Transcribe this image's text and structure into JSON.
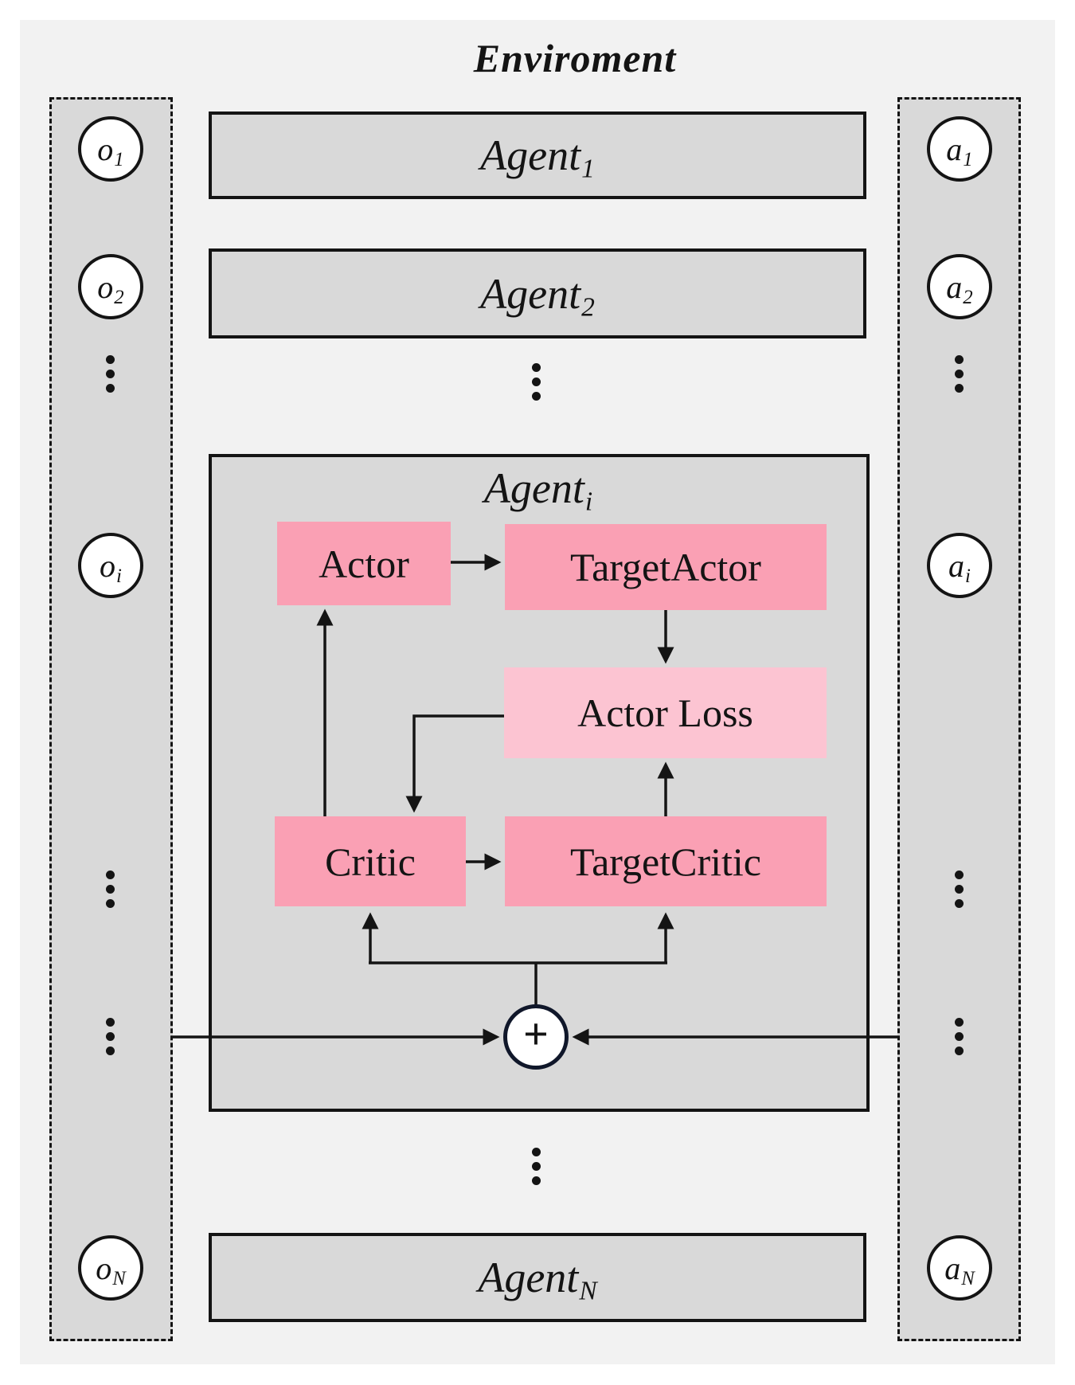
{
  "title": "Enviroment",
  "colors": {
    "page_bg": "#ffffff",
    "panel_bg": "#f2f2f2",
    "box_gray": "#d9d9d9",
    "pink_dark": "#faa0b4",
    "pink_light": "#fcc4d2",
    "line_black": "#141414",
    "sum_circle_border": "#10172a"
  },
  "observations": {
    "items": [
      {
        "base": "o",
        "sub": "1"
      },
      {
        "base": "o",
        "sub": "2"
      },
      {
        "base": "o",
        "sub": "i"
      },
      {
        "base": "o",
        "sub": "N"
      }
    ]
  },
  "actions": {
    "items": [
      {
        "base": "a",
        "sub": "1"
      },
      {
        "base": "a",
        "sub": "2"
      },
      {
        "base": "a",
        "sub": "i"
      },
      {
        "base": "a",
        "sub": "N"
      }
    ]
  },
  "agents": [
    {
      "base": "Agent",
      "sub": "1"
    },
    {
      "base": "Agent",
      "sub": "2"
    },
    {
      "base": "Agent",
      "sub": "i"
    },
    {
      "base": "Agent",
      "sub": "N"
    }
  ],
  "agent_i_detail": {
    "actor_label": "Actor",
    "target_actor_label": "TargetActor",
    "actor_loss_label": "Actor Loss",
    "critic_label": "Critic",
    "target_critic_label": "TargetCritic",
    "sum_label": "+"
  }
}
